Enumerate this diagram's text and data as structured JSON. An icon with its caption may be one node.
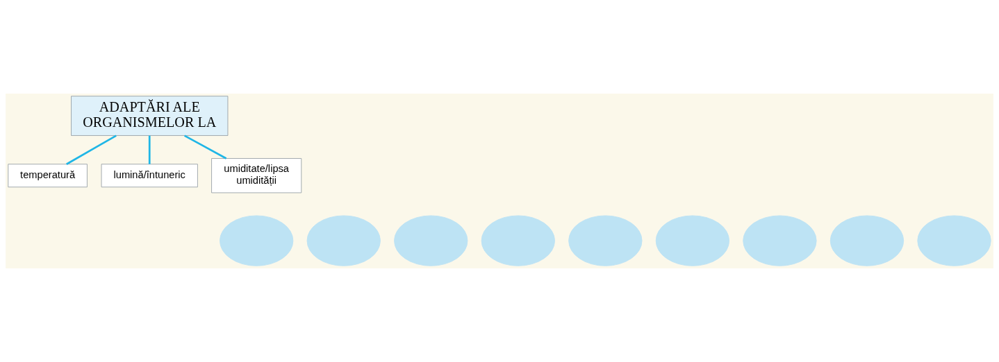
{
  "diagram": {
    "nodes": [
      {
        "text": [
          "ADAPTĂRI ALE ORGANISMELOR LA"
        ]
      },
      {
        "text": [
          "temperatură"
        ]
      },
      {
        "text": [
          "lumină/întuneric"
        ]
      },
      {
        "text": [
          "umiditate/lipsa umidității"
        ]
      },
      {
        "text": [],
        "shape": "bubble"
      },
      {
        "text": [],
        "shape": "bubble"
      },
      {
        "text": [],
        "shape": "bubble"
      },
      {
        "text": [],
        "shape": "bubble"
      },
      {
        "text": [],
        "shape": "bubble"
      },
      {
        "text": [],
        "shape": "bubble"
      },
      {
        "text": [],
        "shape": "bubble"
      },
      {
        "text": [],
        "shape": "bubble"
      },
      {
        "text": [],
        "shape": "bubble"
      }
    ],
    "edges": [
      {
        "from": 0,
        "to": 1,
        "arrow": "none"
      },
      {
        "from": 0,
        "to": 2,
        "arrow": "none"
      },
      {
        "from": 0,
        "to": 3,
        "arrow": "none"
      }
    ]
  }
}
